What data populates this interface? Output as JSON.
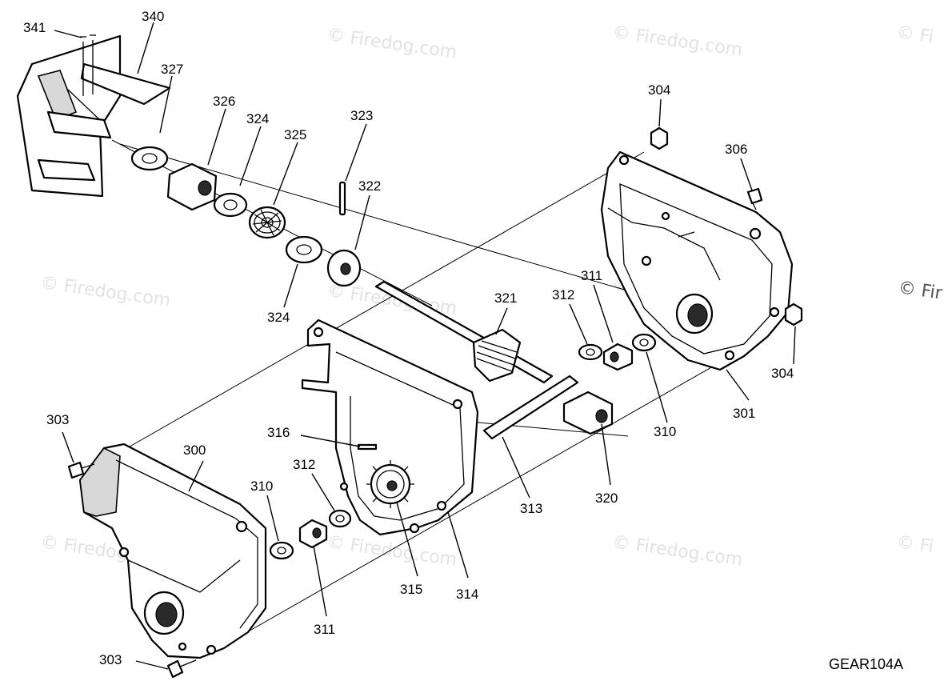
{
  "diagram": {
    "code": "GEAR104A",
    "watermark": "© Firedog.com",
    "watermark_partial": "© Fir",
    "watermark_edge": "© Fi",
    "labels": {
      "p341": "341",
      "p340": "340",
      "p327": "327",
      "p326": "326",
      "p324a": "324",
      "p325": "325",
      "p323": "323",
      "p322": "322",
      "p324b": "324",
      "p304a": "304",
      "p306": "306",
      "p304b": "304",
      "p301": "301",
      "p311a": "311",
      "p312a": "312",
      "p321": "321",
      "p310a": "310",
      "p320": "320",
      "p313": "313",
      "p303a": "303",
      "p300": "300",
      "p316": "316",
      "p312b": "312",
      "p310b": "310",
      "p315": "315",
      "p314": "314",
      "p311b": "311",
      "p303b": "303"
    }
  }
}
